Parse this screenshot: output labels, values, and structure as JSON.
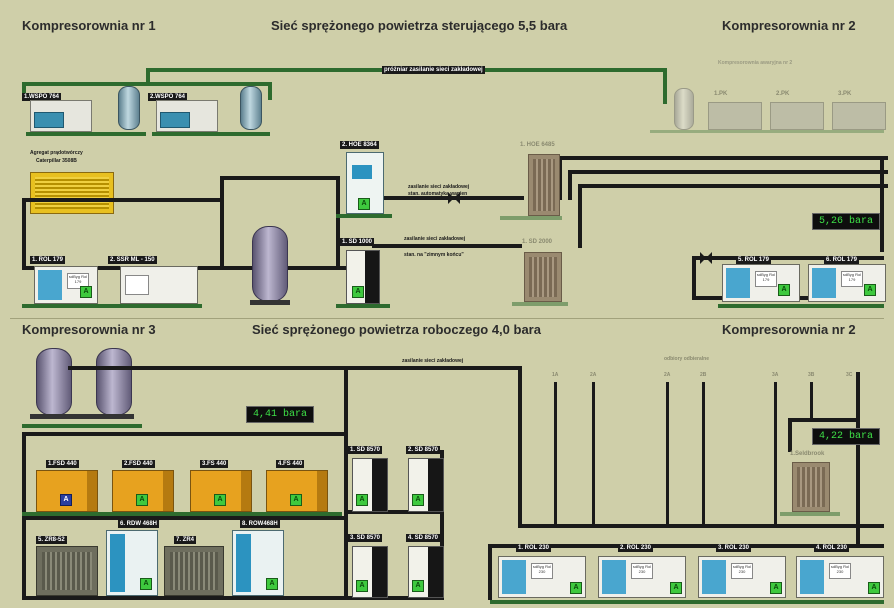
{
  "sections": {
    "top_left": "Kompresorownia nr 1",
    "top_center": "Sieć sprężonego powietrza sterującego 5,5 bara",
    "top_right": "Kompresorownia nr 2",
    "bottom_left": "Kompresorownia nr 3",
    "bottom_center": "Sieć sprężonego powietrza roboczego 4,0 bara",
    "bottom_right": "Kompresorownia nr 2"
  },
  "notes": {
    "top_pipe": "próżniar zasilanie sieci zakładowej",
    "hoe_feed_1": "zasilanie sieci zakładowej",
    "hoe_feed_2": "stan. automatyka wanien",
    "sd_feed_1": "zasilanie sieci zakładowej",
    "sd_feed_2": "stan. na \"zimnym końcu\"",
    "bottom_pipe": "zasilanie sieci zakładowej",
    "nr2_faded": "Kompresorownia awaryjna nr 2",
    "generator_1": "Agregat prądotwórczy",
    "generator_2": "Caterpillar 3508B",
    "odbiory": "odbiory odbieralne"
  },
  "readouts": {
    "control_pressure": "5,26 bara",
    "work_pressure_nr3": "4,41 bara",
    "work_pressure_nr2": "4,22 bara"
  },
  "compressors_nr1": {
    "wspo1": "1.WSPO 764",
    "wspo2": "2.WSPO 764",
    "hoe": "2. HOE 8364",
    "rol179": "1. ROL 179",
    "ssr": "2. SSR ML - 150",
    "sd1000": "1. SD 1000"
  },
  "compressors_nr2_top": {
    "pk1": "1.PK",
    "pk2": "2.PK",
    "pk3": "3.PK",
    "hoe_faded": "1. HOE 6485",
    "sd_faded": "1. SD 2000",
    "rol5": "5. ROL 179",
    "rol6": "6. ROL 179"
  },
  "compressors_nr3": {
    "fsd1": "1.FSD 440",
    "fsd2": "2.FSD 440",
    "fsd3": "3.FS 440",
    "fsd4": "4.FS 440",
    "sd1": "1. SD 8570",
    "sd2": "2. SD 8570",
    "sd3": "3. SD 8570",
    "sd4": "4. SD 8570",
    "zr2": "5. ZR8-52",
    "rdw6": "6. RDW 468H",
    "zr4": "7. ZR4",
    "rdw8": "8. ROW468H"
  },
  "compressors_nr2_bottom": {
    "r1": "1. ROL 230",
    "r2": "2. ROL 230",
    "r3": "3. ROL 230",
    "r4": "4. ROL 230",
    "sd_faded": "1.Seldbrook"
  },
  "odbiory_nums": [
    "1A",
    "2A",
    "2A",
    "2B",
    "3A",
    "3B",
    "3C"
  ],
  "panel_text": "sdByg Rol 179",
  "panel_text_b": "sdByg Rol 230",
  "badge_A": "A",
  "colors": {
    "background": "#cfcfa9",
    "pipe_green": "#2e6b2e",
    "pipe_black": "#1a1a1a",
    "readout_green": "#3ee047",
    "atlas_blue": "#49a6cf",
    "fsd_orange": "#e7a21f"
  }
}
